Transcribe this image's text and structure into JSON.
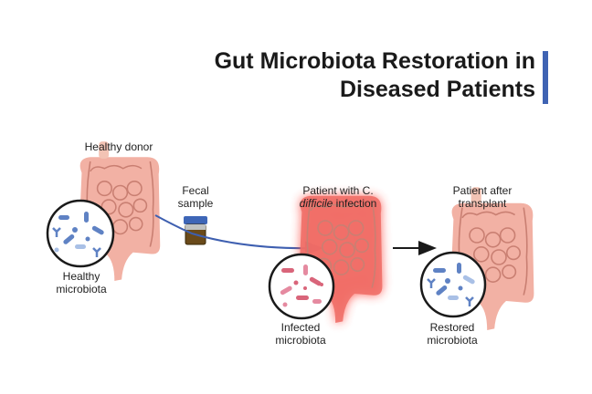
{
  "title": {
    "line1": "Gut Microbiota Restoration in",
    "line2": "Diseased Patients"
  },
  "colors": {
    "accent_bar": "#3f63b3",
    "healthy_gut": "#f1a99a",
    "infected_glow": "#ff3b30",
    "microbe_blue": "#5f82c4",
    "microbe_red": "#d9657a"
  },
  "labels": {
    "healthy_donor": "Healthy donor",
    "fecal_sample": {
      "line1": "Fecal",
      "line2": "sample"
    },
    "healthy_microbiota": {
      "line1": "Healthy",
      "line2": "microbiota"
    },
    "patient_infection": {
      "line1": "Patient with C.",
      "line2_a": "difficile",
      "line2_b": " infection"
    },
    "infected_microbiota": {
      "line1": "Infected",
      "line2": "microbiota"
    },
    "patient_after": {
      "line1": "Patient after",
      "line2": "transplant"
    },
    "restored_microbiota": {
      "line1": "Restored",
      "line2": "microbiota"
    }
  },
  "icons": [
    "healthy-gut-icon",
    "fecal-sample-jar-icon",
    "infected-gut-icon",
    "restored-gut-icon",
    "microbiota-magnifier-icon"
  ]
}
